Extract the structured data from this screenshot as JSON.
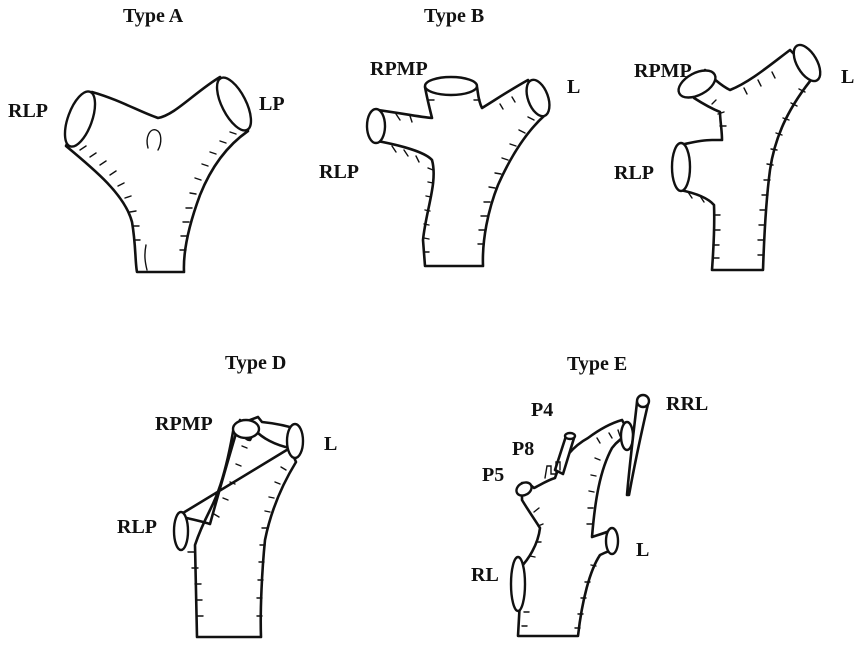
{
  "titles": {
    "type_a": "Type A",
    "type_b": "Type B",
    "type_d": "Type D",
    "type_e": "Type E"
  },
  "labels": {
    "a_left": "RLP",
    "a_right": "LP",
    "b1_top": "RPMP",
    "b1_right": "L",
    "b1_left": "RLP",
    "b2_top": "RPMP",
    "b2_right": "L",
    "b2_left": "RLP",
    "d_top": "RPMP",
    "d_right": "L",
    "d_left": "RLP",
    "e_p4": "P4",
    "e_p8": "P8",
    "e_p5": "P5",
    "e_rrl": "RRL",
    "e_rl": "RL",
    "e_l": "L"
  }
}
